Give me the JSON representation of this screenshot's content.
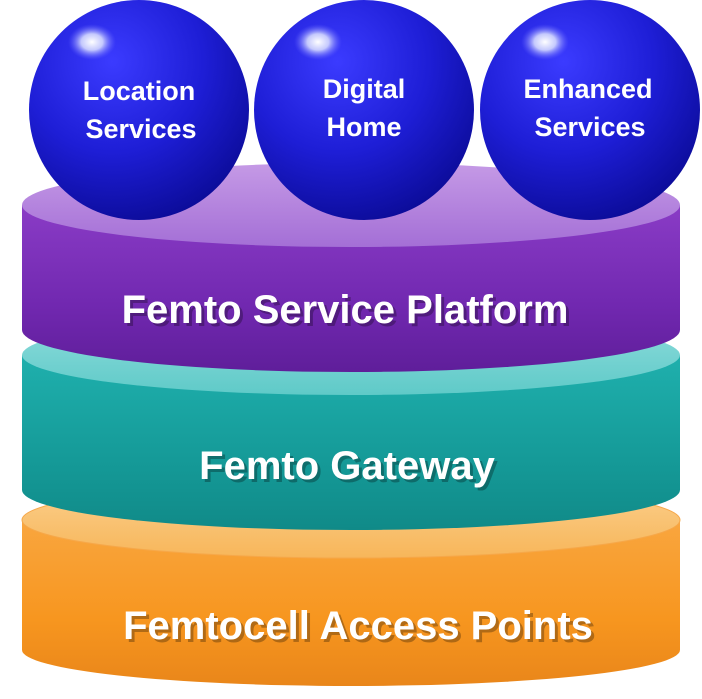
{
  "services": [
    {
      "line1": "Location",
      "line2": "Services"
    },
    {
      "line1": "Digital",
      "line2": "Home"
    },
    {
      "line1": "Enhanced",
      "line2": "Services"
    }
  ],
  "layers": {
    "platform": "Femto Service Platform",
    "gateway": "Femto Gateway",
    "access_points": "Femtocell Access Points"
  },
  "colors": {
    "service_circle": "#1b1bc8",
    "platform": "#7a2fb8",
    "gateway": "#17a09e",
    "access_points": "#f79a2e"
  }
}
